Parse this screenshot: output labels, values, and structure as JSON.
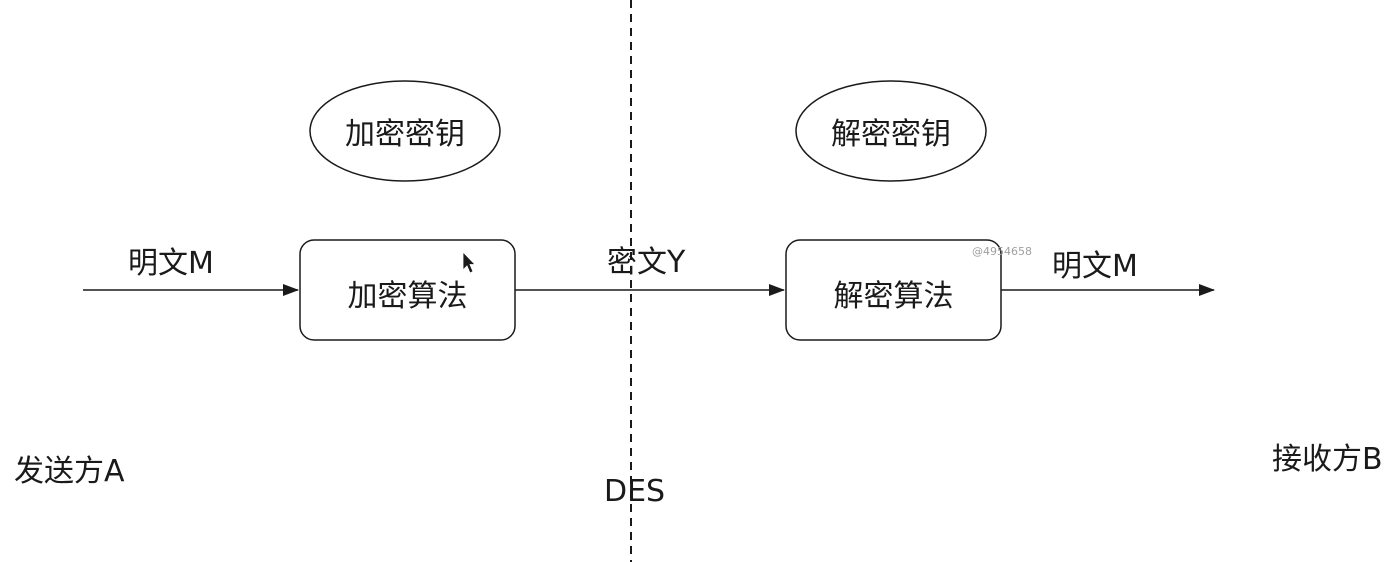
{
  "diagram": {
    "sender": "发送方A",
    "receiver": "接收方B",
    "algorithm": "DES",
    "encrypt_key": "加密密钥",
    "decrypt_key": "解密密钥",
    "encrypt_algorithm": "加密算法",
    "decrypt_algorithm": "解密算法",
    "plaintext_in": "明文M",
    "ciphertext": "密文Y",
    "plaintext_out": "明文M",
    "watermark": "@4954658"
  },
  "colors": {
    "stroke": "#1a1a1a",
    "text": "#1a1a1a",
    "background": "#ffffff"
  }
}
